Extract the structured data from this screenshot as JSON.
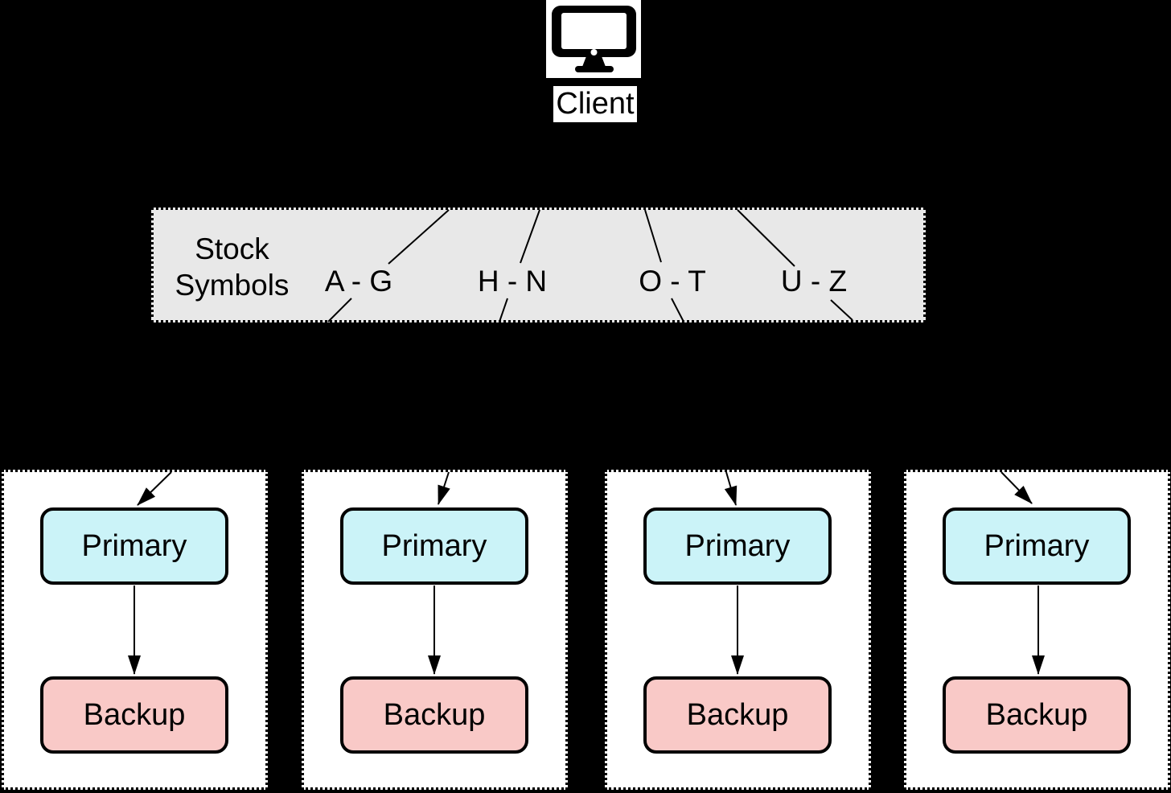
{
  "diagram": {
    "client": {
      "label": "Client",
      "icon": "monitor-icon"
    },
    "router": {
      "title_line1": "Stock",
      "title_line2": "Symbols",
      "ranges": [
        "A - G",
        "H - N",
        "O - T",
        "U - Z"
      ]
    },
    "groups": [
      {
        "primary": "Primary",
        "backup": "Backup"
      },
      {
        "primary": "Primary",
        "backup": "Backup"
      },
      {
        "primary": "Primary",
        "backup": "Backup"
      },
      {
        "primary": "Primary",
        "backup": "Backup"
      }
    ],
    "colors": {
      "background": "#000000",
      "router_fill": "#e8e8e8",
      "group_fill": "#ffffff",
      "primary_fill": "#cbf3f8",
      "backup_fill": "#f9c9c7",
      "stroke": "#000000"
    }
  }
}
